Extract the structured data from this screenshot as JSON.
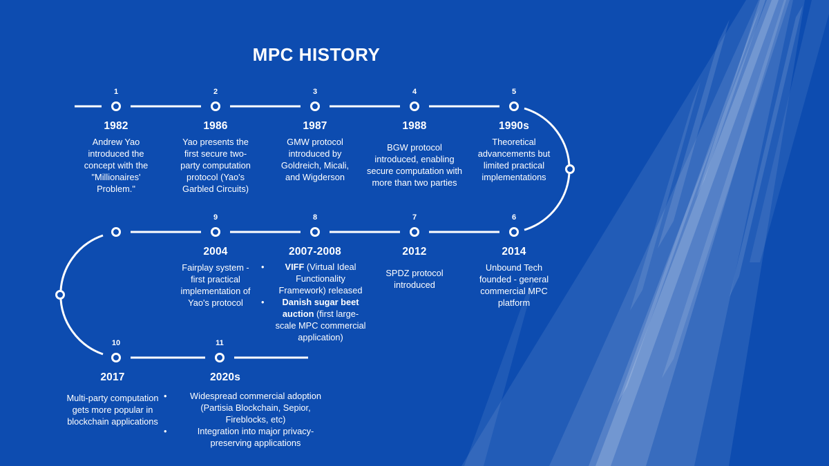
{
  "title": "MPC HISTORY",
  "bullet_char": "•",
  "colors": {
    "background": "#0d4cb0",
    "line": "#ffffff",
    "text": "#ffffff",
    "beam_streak": "#7d9fd8"
  },
  "items": [
    {
      "number": "1",
      "year": "1982",
      "body": "Andrew Yao\nintroduced the\nconcept with the\n\"Millionaires'\nProblem.\""
    },
    {
      "number": "2",
      "year": "1986",
      "body": "Yao presents the\nfirst secure two-\nparty computation\nprotocol (Yao's\nGarbled Circuits)"
    },
    {
      "number": "3",
      "year": "1987",
      "body": "GMW protocol\nintroduced by\nGoldreich, Micali,\nand Wigderson"
    },
    {
      "number": "4",
      "year": "1988",
      "body": "BGW protocol\nintroduced, enabling\nsecure computation with\nmore than two parties"
    },
    {
      "number": "5",
      "year": "1990s",
      "body": "Theoretical\nadvancements but\nlimited practical\nimplementations"
    },
    {
      "number": "6",
      "year": "2014",
      "body": "Unbound Tech\nfounded - general\ncommercial MPC\nplatform"
    },
    {
      "number": "7",
      "year": "2012",
      "body": "SPDZ protocol\nintroduced"
    },
    {
      "number": "8",
      "year": "2007-2008",
      "bullets": [
        {
          "bold": "VIFF",
          "rest": " (Virtual Ideal\nFunctionality\nFramework) released"
        },
        {
          "bold": "Danish sugar beet\nauction",
          "rest": " (first large-\nscale MPC commercial\napplication)"
        }
      ]
    },
    {
      "number": "9",
      "year": "2004",
      "body": "Fairplay system -\nfirst practical\nimplementation of\nYao's protocol"
    },
    {
      "number": "10",
      "year": "2017",
      "body": "Multi-party computation\ngets more popular in\nblockchain applications"
    },
    {
      "number": "11",
      "year": "2020s",
      "bullets": [
        {
          "bold": "",
          "rest": "Widespread commercial adoption\n(Partisia Blockchain, Sepior,\nFireblocks, etc)"
        },
        {
          "bold": "",
          "rest": "Integration into major privacy-\npreserving applications"
        }
      ]
    }
  ]
}
